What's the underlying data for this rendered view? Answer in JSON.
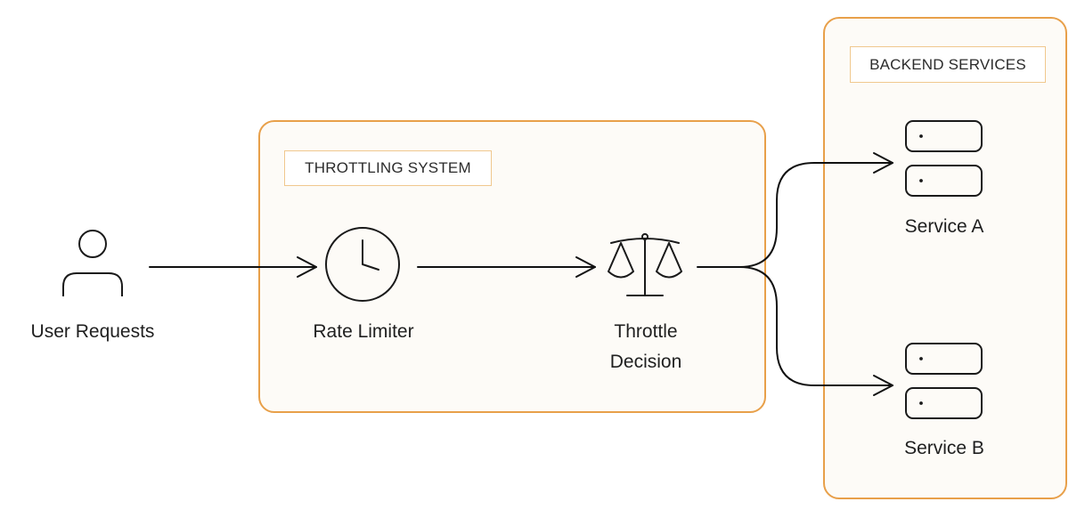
{
  "groups": {
    "throttling": {
      "title": "THROTTLING SYSTEM"
    },
    "backend": {
      "title": "BACKEND SERVICES"
    }
  },
  "nodes": {
    "user": {
      "label": "User Requests",
      "icon": "user-icon"
    },
    "rate_limiter": {
      "label": "Rate Limiter",
      "icon": "clock-icon"
    },
    "throttle_decision": {
      "label": "Throttle Decision",
      "icon": "scale-icon"
    },
    "service_a": {
      "label": "Service A",
      "icon": "server-icon"
    },
    "service_b": {
      "label": "Service B",
      "icon": "server-icon"
    }
  },
  "colors": {
    "group_border": "#e8a04a",
    "group_fill": "#fdfbf7",
    "title_border": "#f0c88e",
    "stroke": "#111111"
  }
}
